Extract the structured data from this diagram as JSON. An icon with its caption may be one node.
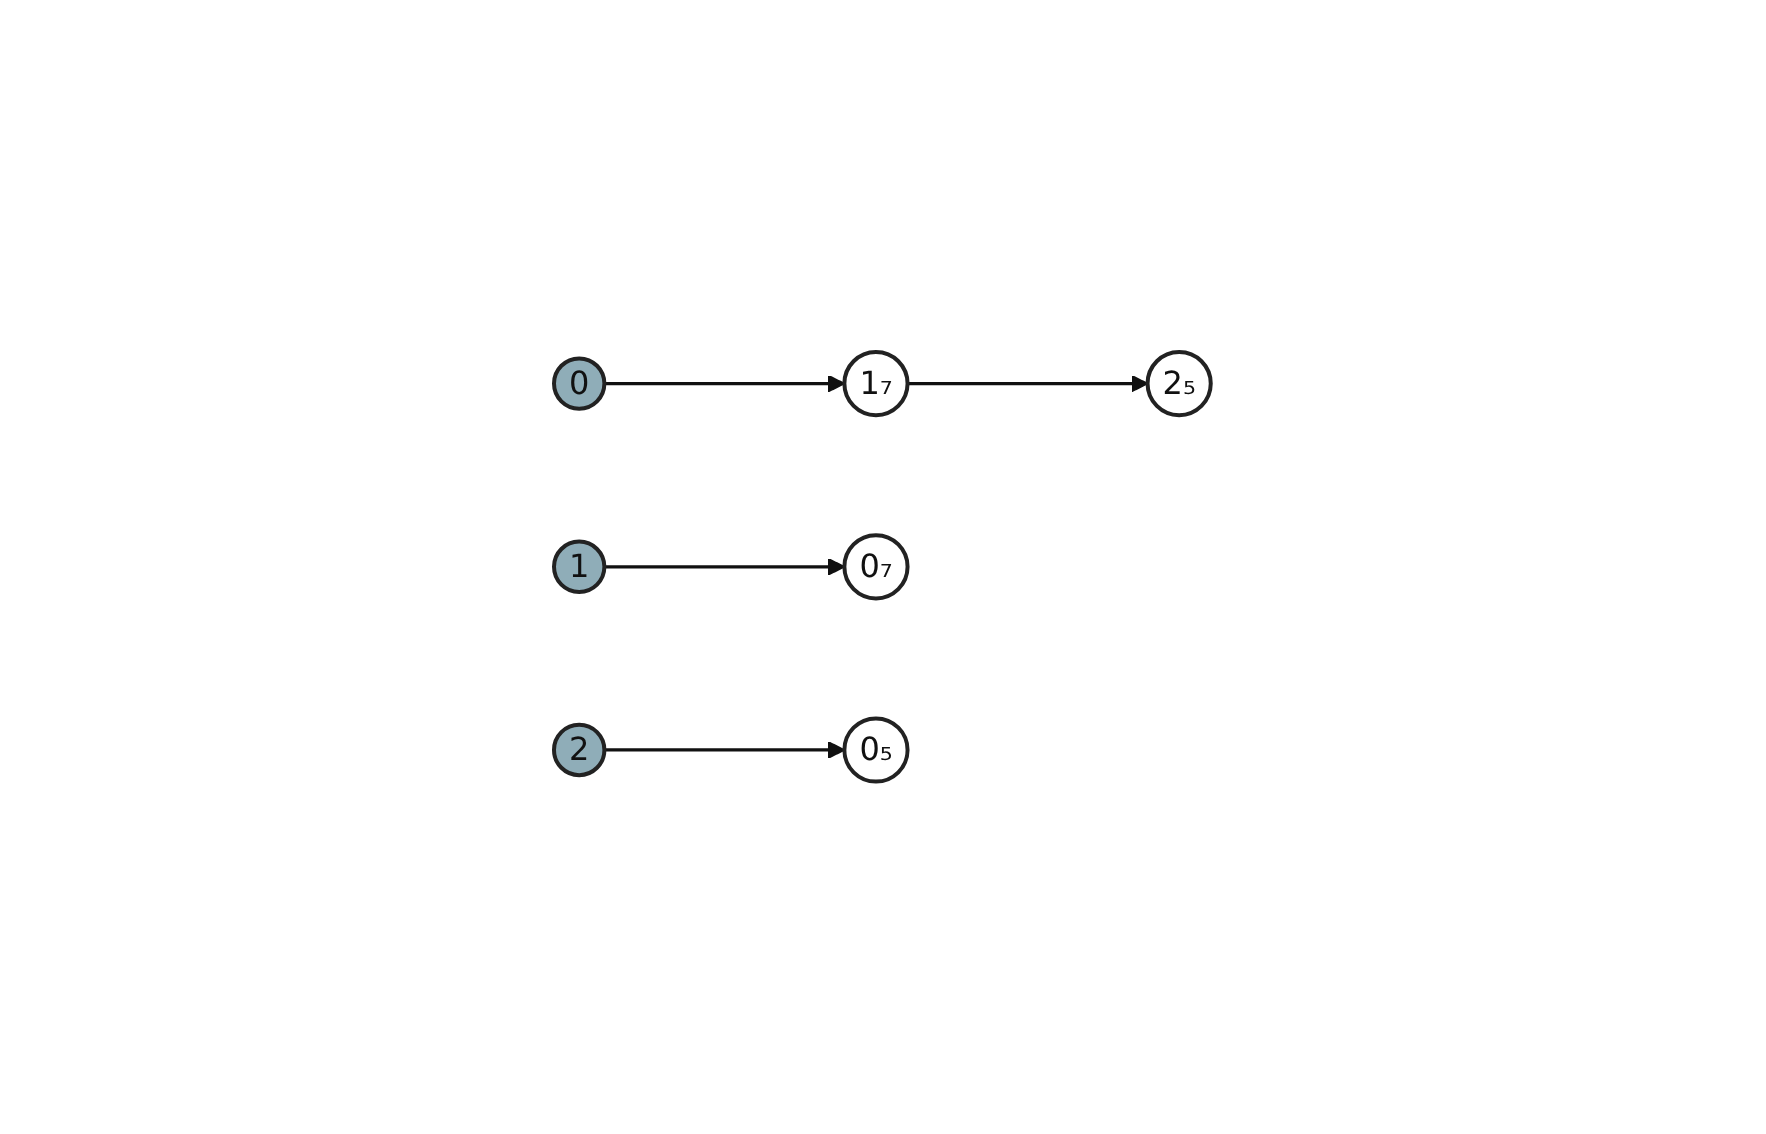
{
  "diagram": {
    "nodes": [
      {
        "text": [
          "0"
        ]
      },
      {
        "text": [
          "1₇"
        ]
      },
      {
        "text": [
          "2₅"
        ]
      },
      {
        "text": [
          "1"
        ]
      },
      {
        "text": [
          "0₇"
        ]
      },
      {
        "text": [
          "2"
        ]
      },
      {
        "text": [
          "0₅"
        ]
      }
    ],
    "edges": [
      {
        "from": 0,
        "to": 1,
        "arrow": "to"
      },
      {
        "from": 1,
        "to": 2,
        "arrow": "to"
      },
      {
        "from": 3,
        "to": 4,
        "arrow": "to"
      },
      {
        "from": 5,
        "to": 6,
        "arrow": "to"
      }
    ]
  }
}
